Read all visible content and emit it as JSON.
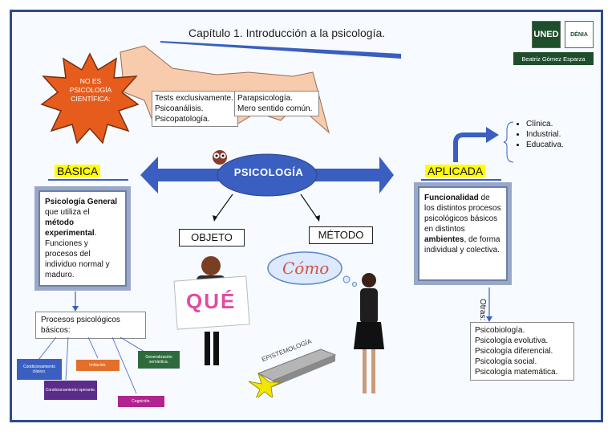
{
  "header": {
    "title": "Capítulo 1. Introducción a la psicología.",
    "logo_left": "UNED",
    "logo_right": "DÉNIA",
    "author": "Beatriz Gómez Esparza"
  },
  "not_psychology": {
    "badge": "NO ES PSICOLOGÍA CIENTÍFICA:",
    "left_items": [
      "Tests exclusivamente.",
      "Psicoanálisis.",
      "Psicopatología."
    ],
    "right_items": [
      "Parapsicología.",
      "Mero sentido común."
    ]
  },
  "center": {
    "label": "PSICOLOGÍA",
    "objeto": "OBJETO",
    "metodo": "MÉTODO",
    "que": "QUÉ",
    "como": "Cómo",
    "epistemologia": "EPISTEMOLOGÍA"
  },
  "basica": {
    "heading": "BÁSICA",
    "bold1": "Psicología General",
    "text1": " que utiliza el ",
    "bold2": "método experimental",
    "text2": ". Funciones y procesos del individuo normal y maduro.",
    "procesos_label": "Procesos psicológicos básicos:",
    "procesos": [
      "Condicionamiento clásico.",
      "Condicionamiento operante.",
      "Imitación.",
      "Cognición.",
      "Generalización semántica."
    ]
  },
  "aplicada": {
    "heading": "APLICADA",
    "bold1": "Funcionalidad",
    "text1": " de los distintos procesos psicológicos básicos en distintos ",
    "bold2": "ambientes",
    "text2": ", de forma individual y colectiva.",
    "types": [
      "Clínica.",
      "Industrial.",
      "Educativa."
    ],
    "otras_label": "Otras:",
    "otras": [
      "Psicobiología.",
      "Psicología evolutiva.",
      "Psicología diferencial.",
      "Psicología social.",
      "Psicología matemática."
    ]
  },
  "colors": {
    "frame": "#2f4b8c",
    "arrow": "#3a5fc0",
    "badge": "#e65c1c",
    "banner": "#f8cbad",
    "highlight": "#ffff00"
  }
}
